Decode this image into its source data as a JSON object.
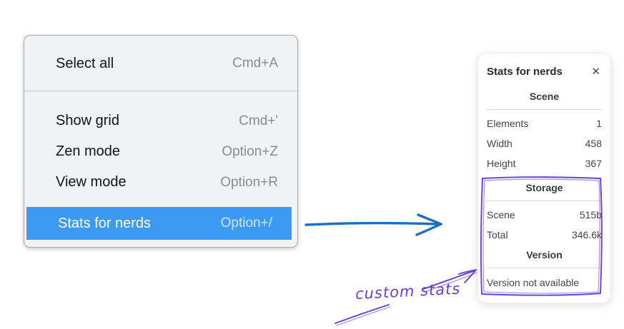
{
  "context_menu": {
    "sections": [
      {
        "items": [
          {
            "label": "Select all",
            "shortcut": "Cmd+A",
            "highlighted": false
          }
        ]
      },
      {
        "items": [
          {
            "label": "Show grid",
            "shortcut": "Cmd+'",
            "highlighted": false
          },
          {
            "label": "Zen mode",
            "shortcut": "Option+Z",
            "highlighted": false
          },
          {
            "label": "View mode",
            "shortcut": "Option+R",
            "highlighted": false
          },
          {
            "label": "Stats for nerds",
            "shortcut": "Option+/",
            "highlighted": true
          }
        ]
      }
    ]
  },
  "stats_panel": {
    "title": "Stats for nerds",
    "close_glyph": "✕",
    "sections": [
      {
        "header": "Scene",
        "rows": [
          {
            "label": "Elements",
            "value": "1"
          },
          {
            "label": "Width",
            "value": "458"
          },
          {
            "label": "Height",
            "value": "367"
          }
        ]
      },
      {
        "header": "Storage",
        "rows": [
          {
            "label": "Scene",
            "value": "515b"
          },
          {
            "label": "Total",
            "value": "346.6k"
          }
        ]
      },
      {
        "header": "Version",
        "note": "Version not available"
      }
    ]
  },
  "annotations": {
    "custom_stats_label": "custom stats"
  },
  "colors": {
    "highlight-blue": "#3d9af2",
    "arrow-blue": "#1b6fc0",
    "purple": "#6741d9"
  }
}
